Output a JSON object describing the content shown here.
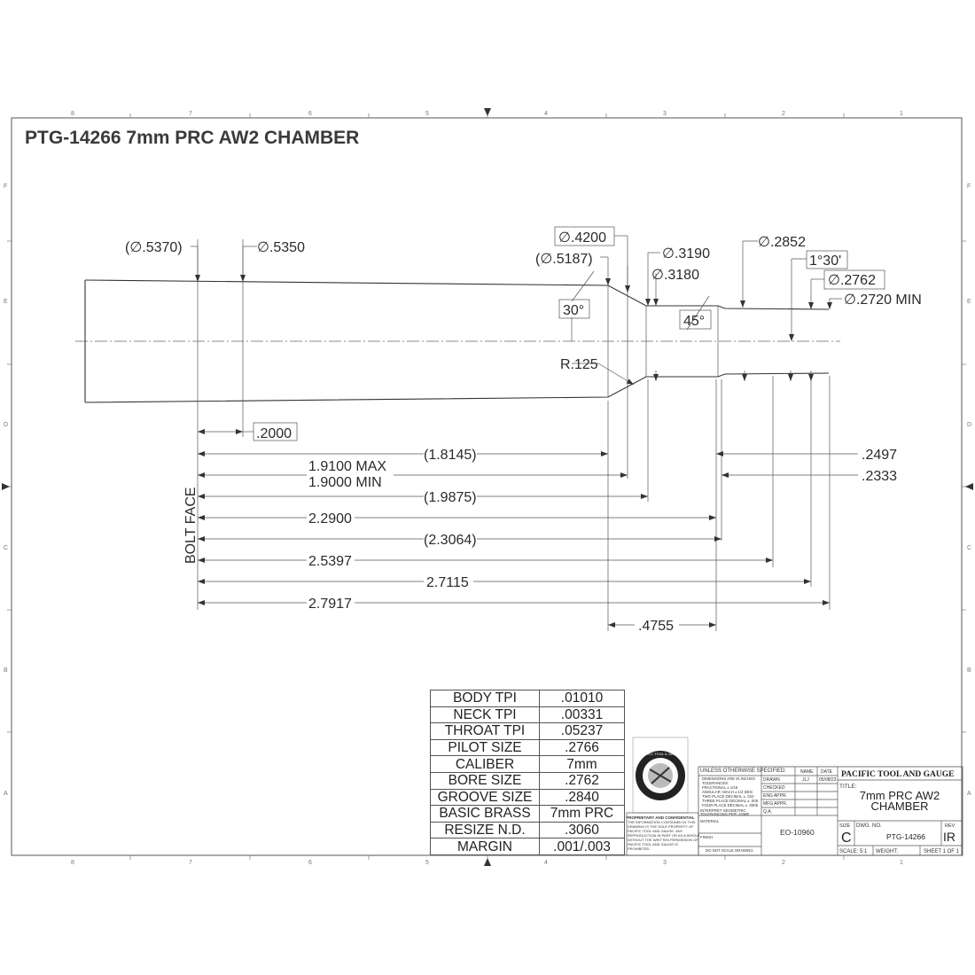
{
  "title": "PTG-14266 7mm PRC AW2 CHAMBER",
  "zones": {
    "columns": [
      "8",
      "7",
      "6",
      "5",
      "4",
      "3",
      "2",
      "1"
    ],
    "rows": [
      "F",
      "E",
      "D",
      "C",
      "B",
      "A"
    ]
  },
  "diameters": {
    "d1": "(∅.5370)",
    "d2": "∅.5350",
    "d3": "∅.4200",
    "d4": "(∅.5187)",
    "d5": "∅.3190",
    "d6": "∅.3180",
    "d7": "∅.2852",
    "d8": "∅.2762",
    "d9": "∅.2720 MIN"
  },
  "angles": {
    "shoulder": "30°",
    "neck_to_throat": "45°",
    "throat": "1°30'"
  },
  "radius": "R.125",
  "lengths": {
    "rim": ".2000",
    "l_18145": "(1.8145)",
    "max": "1.9100 MAX",
    "min": "1.9000  MIN",
    "l_19875": "(1.9875)",
    "l_22900": "2.2900",
    "l_23064": "(2.3064)",
    "l_25397": "2.5397",
    "l_27115": "2.7115",
    "l_27917": "2.7917",
    "l_4755": ".4755",
    "r_2497": ".2497",
    "r_2333": ".2333"
  },
  "bolt_face": "BOLT FACE",
  "spec_table": [
    {
      "label": "BODY TPI",
      "value": ".01010"
    },
    {
      "label": "NECK TPI",
      "value": ".00331"
    },
    {
      "label": "THROAT TPI",
      "value": ".05237"
    },
    {
      "label": "PILOT SIZE",
      "value": ".2766"
    },
    {
      "label": "CALIBER",
      "value": "7mm"
    },
    {
      "label": "BORE SIZE",
      "value": ".2762"
    },
    {
      "label": "GROOVE SIZE",
      "value": ".2840"
    },
    {
      "label": "BASIC BRASS",
      "value": "7mm PRC"
    },
    {
      "label": "RESIZE N.D.",
      "value": ".3060"
    },
    {
      "label": "MARGIN",
      "value": ".001/.003"
    }
  ],
  "logo": {
    "ring_text": "PACIFIC TOOL & GAUGE",
    "caption": "PROPRIETARY AND CONFIDENTIAL"
  },
  "title_block": {
    "company": "PACIFIC TOOL AND GAUGE",
    "title_label": "TITLE:",
    "title_line1": "7mm PRC AW2",
    "title_line2": "CHAMBER",
    "size_label": "SIZE",
    "size": "C",
    "dwg_label": "DWG.  NO.",
    "dwg_no": "PTG-14266",
    "rev_label": "REV",
    "rev": "IR",
    "scale": "SCALE: 5:1",
    "weight": "WEIGHT:",
    "sheet": "SHEET 1 OF 1",
    "eo": "EO-10960",
    "name_header": "NAME",
    "date_header": "DATE",
    "drawn": "DRAWN",
    "drawn_by": "JLJ",
    "drawn_date": "05/08/23",
    "checked": "CHECKED",
    "eng_appr": "ENG APPR.",
    "mfg_appr": "MFG APPR.",
    "qa": "Q.A.",
    "unless": "UNLESS OTHERWISE SPECIFIED:",
    "tol1": "DIMENSIONS ARE IN INCHES",
    "tol2": "TOLERANCES:",
    "tol3": "FRACTIONAL ± 1/16",
    "tol4": "ANGULAR: MACH ± 1/4 DEG",
    "tol5": "TWO PLACE DECIMAL  ± .010",
    "tol6": "THREE PLACE DECIMAL  ± .005",
    "tol7": "FOUR PLACE DECIMAL  ± .0005",
    "interpret1": "INTERPRET GEOMETRIC",
    "interpret2": "TOLERANCING PER: ASME",
    "material": "MATERIAL",
    "finish": "FINISH",
    "noscale": "DO NOT SCALE DRAWING",
    "prop1": "THE INFORMATION CONTAINED IN THIS",
    "prop2": "DRAWING IS THE SOLE PROPERTY OF",
    "prop3": "PACIFIC TOOL AND GAUGE.  ANY",
    "prop4": "REPRODUCTION IN PART OR AS A WHOLE",
    "prop5": "WITHOUT THE WRITTEN PERMISSION OF",
    "prop6": "PACIFIC TOOL AND GAUGE IS",
    "prop7": "PROHIBITED."
  }
}
